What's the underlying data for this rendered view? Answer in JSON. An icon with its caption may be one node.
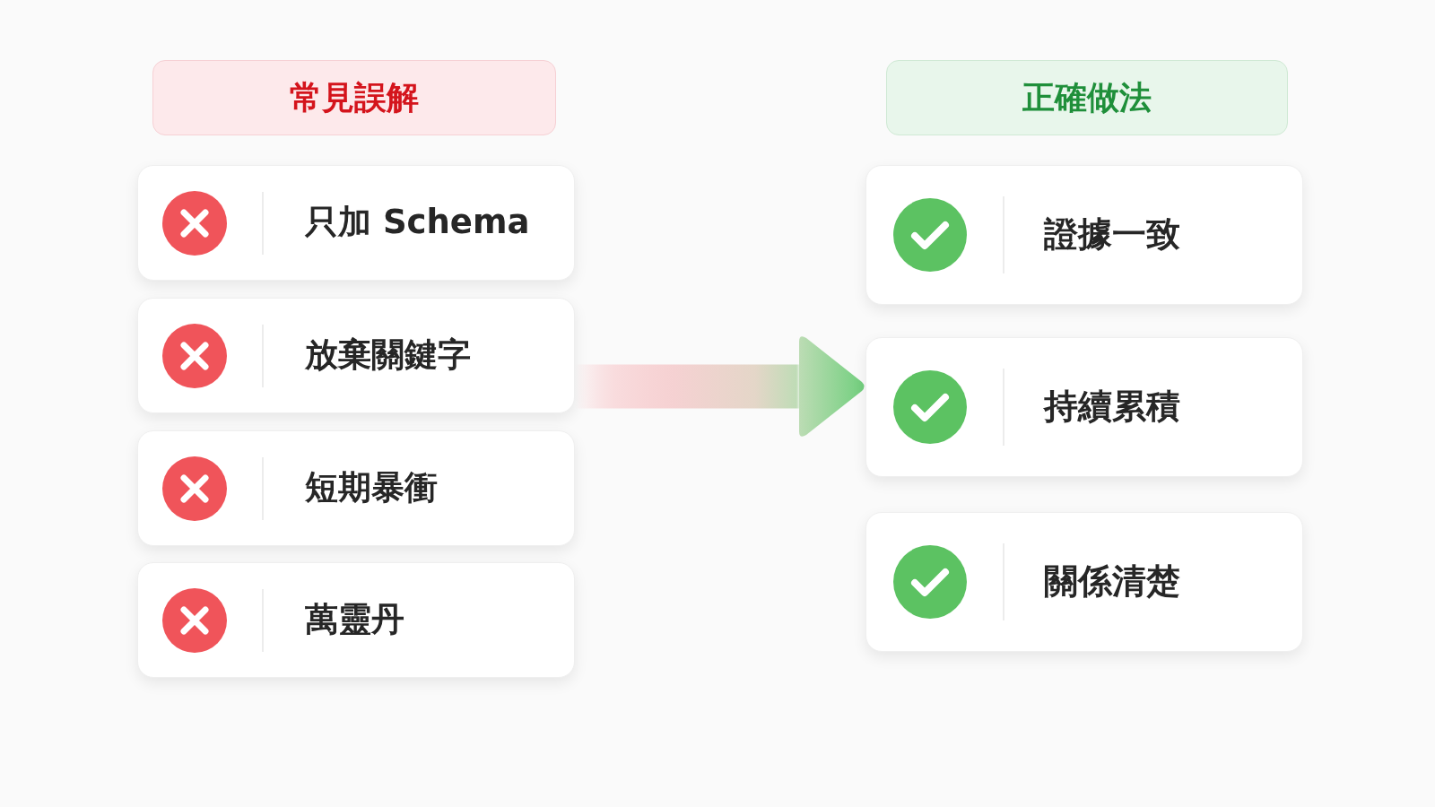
{
  "diagram": {
    "nodes": [
      {
        "text": [
          "常見誤解"
        ]
      },
      {
        "text": [
          "只加 Schema"
        ]
      },
      {
        "text": [
          "放棄關鍵字"
        ]
      },
      {
        "text": [
          "短期暴衝"
        ]
      },
      {
        "text": [
          "萬靈丹"
        ]
      },
      {
        "text": [
          "正確做法"
        ]
      },
      {
        "text": [
          "證據一致"
        ]
      },
      {
        "text": [
          "持續累積"
        ]
      },
      {
        "text": [
          "關係清楚"
        ]
      }
    ],
    "edges": [
      {
        "from": 2,
        "to": 7,
        "arrow": "to"
      }
    ]
  }
}
